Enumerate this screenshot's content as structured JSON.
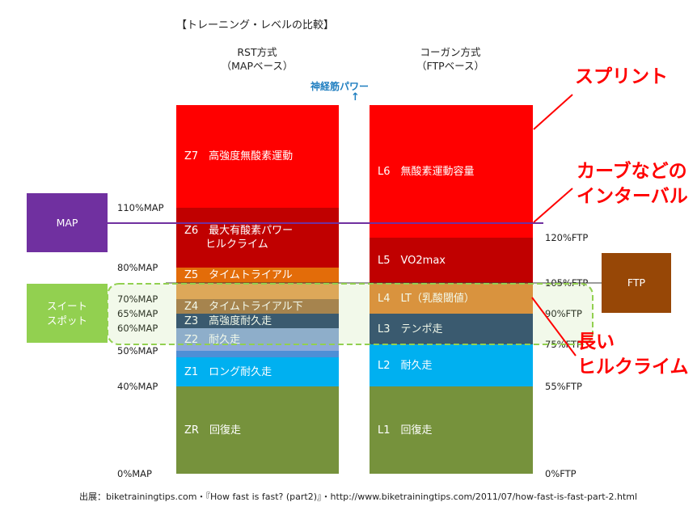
{
  "title": "【トレーニング・レベルの比較】",
  "columns": {
    "left_title": "RST方式",
    "left_subtitle": "（MAPベース）",
    "right_title": "コーガン方式",
    "right_subtitle": "（FTPベース）"
  },
  "neuromuscular_power": "神経筋パワー",
  "power_arrow": "↑",
  "side_boxes": {
    "map": "MAP",
    "sweet_spot_line1": "スイート",
    "sweet_spot_line2": "スポット",
    "ftp": "FTP"
  },
  "annotations": {
    "sprint": "スプリント",
    "curve_line1": "カーブなどの",
    "curve_line2": "インターバル",
    "long_line1": "長い",
    "long_line2": "ヒルクライム"
  },
  "source": "出展：biketrainingtips.com・『How fast is fast? (part2)』・http://www.biketrainingtips.com/2011/07/how-fast-is-fast-part-2.html",
  "colors": {
    "map_box": "#7030a0",
    "sweet_spot_box": "#92d050",
    "ftp_box": "#974706",
    "annotation_red": "#ff0000",
    "dashed_outline": "#92d050"
  },
  "chart_data": [
    {
      "type": "bar",
      "name": "RST方式",
      "unit": "%MAP",
      "ticks": [
        {
          "value": 0,
          "label": "0%MAP"
        },
        {
          "value": 40,
          "label": "40%MAP"
        },
        {
          "value": 50,
          "label": "50%MAP"
        },
        {
          "value": 60,
          "label": "60%MAP"
        },
        {
          "value": 65,
          "label": "65%MAP"
        },
        {
          "value": 70,
          "label": "70%MAP"
        },
        {
          "value": 80,
          "label": "80%MAP"
        },
        {
          "value": 110,
          "label": "110%MAP"
        }
      ],
      "zones": [
        {
          "code": "ZR",
          "label": "回復走",
          "label2": "",
          "from": 0,
          "to": 40,
          "color": "#76923c"
        },
        {
          "code": "Z1",
          "label": "ロング耐久走",
          "label2": "",
          "from": 40,
          "to": 48,
          "color": "#00b0f0"
        },
        {
          "code": "",
          "label": "",
          "label2": "",
          "from": 48,
          "to": 50,
          "color": "#4e8fd6"
        },
        {
          "code": "Z2",
          "label": "耐久走",
          "label2": "",
          "from": 50,
          "to": 60,
          "color": "#8eaadb"
        },
        {
          "code": "Z3",
          "label": "高強度耐久走",
          "label2": "",
          "from": 60,
          "to": 65,
          "color": "#2e4a73"
        },
        {
          "code": "Z4",
          "label": "タイムトライアル下",
          "label2": "",
          "from": 65,
          "to": 70,
          "color": "#a97a4e"
        },
        {
          "code": "",
          "label": "",
          "label2": "",
          "from": 70,
          "to": 75,
          "color": "#e7a35a"
        },
        {
          "code": "Z5",
          "label": "タイムトライアル",
          "label2": "",
          "from": 75,
          "to": 80,
          "color": "#e36c09"
        },
        {
          "code": "Z6",
          "label": "最大有酸素パワー",
          "label2": "ヒルクライム",
          "from": 80,
          "to": 110,
          "color": "#c00000"
        },
        {
          "code": "Z7",
          "label": "高強度無酸素運動",
          "label2": "",
          "from": 110,
          "to": 160,
          "color": "#ff0000"
        }
      ]
    },
    {
      "type": "bar",
      "name": "コーガン方式",
      "unit": "%FTP",
      "ticks": [
        {
          "value": 0,
          "label": "0%FTP"
        },
        {
          "value": 55,
          "label": "55%FTP"
        },
        {
          "value": 75,
          "label": "75%FTP"
        },
        {
          "value": 90,
          "label": "90%FTP"
        },
        {
          "value": 105,
          "label": "105%FTP"
        },
        {
          "value": 120,
          "label": "120%FTP"
        }
      ],
      "zones": [
        {
          "code": "L1",
          "label": "回復走",
          "from": 0,
          "to": 55,
          "color": "#76923c"
        },
        {
          "code": "L2",
          "label": "耐久走",
          "from": 55,
          "to": 75,
          "color": "#00b0f0"
        },
        {
          "code": "L3",
          "label": "テンポ走",
          "from": 75,
          "to": 90,
          "color": "#2e4a73"
        },
        {
          "code": "L4",
          "label": "LT（乳酸閾値）",
          "from": 90,
          "to": 105,
          "color": "#e38b3c"
        },
        {
          "code": "L5",
          "label": "VO2max",
          "from": 105,
          "to": 120,
          "color": "#c00000"
        },
        {
          "code": "L6",
          "label": "無酸素運動容量",
          "from": 120,
          "to": 200,
          "color": "#ff0000"
        }
      ]
    }
  ]
}
